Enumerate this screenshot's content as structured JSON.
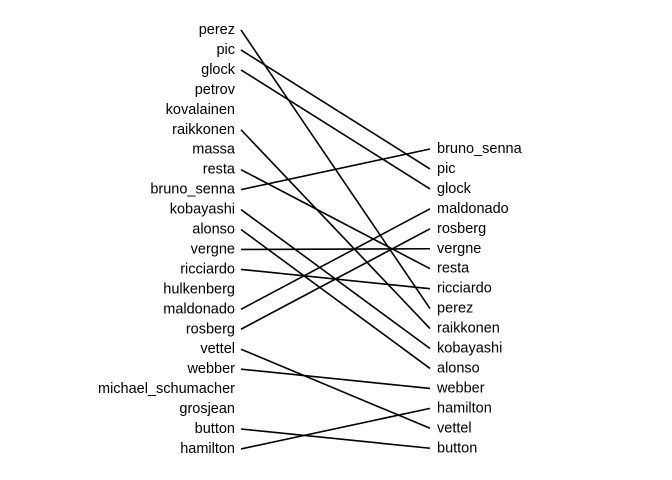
{
  "left_column": [
    "perez",
    "pic",
    "glock",
    "petrov",
    "kovalainen",
    "raikkonen",
    "massa",
    "resta",
    "bruno_senna",
    "kobayashi",
    "alonso",
    "vergne",
    "ricciardo",
    "hulkenberg",
    "maldonado",
    "rosberg",
    "vettel",
    "webber",
    "michael_schumacher",
    "grosjean",
    "button",
    "hamilton"
  ],
  "right_column": [
    "bruno_senna",
    "pic",
    "glock",
    "maldonado",
    "rosberg",
    "vergne",
    "resta",
    "ricciardo",
    "perez",
    "raikkonen",
    "kobayashi",
    "alonso",
    "webber",
    "hamilton",
    "vettel",
    "button"
  ],
  "links": [
    [
      "perez",
      "perez"
    ],
    [
      "pic",
      "pic"
    ],
    [
      "glock",
      "glock"
    ],
    [
      "raikkonen",
      "raikkonen"
    ],
    [
      "resta",
      "resta"
    ],
    [
      "bruno_senna",
      "bruno_senna"
    ],
    [
      "kobayashi",
      "kobayashi"
    ],
    [
      "alonso",
      "alonso"
    ],
    [
      "vergne",
      "vergne"
    ],
    [
      "ricciardo",
      "ricciardo"
    ],
    [
      "maldonado",
      "maldonado"
    ],
    [
      "rosberg",
      "rosberg"
    ],
    [
      "vettel",
      "vettel"
    ],
    [
      "webber",
      "webber"
    ],
    [
      "button",
      "button"
    ],
    [
      "hamilton",
      "hamilton"
    ]
  ]
}
